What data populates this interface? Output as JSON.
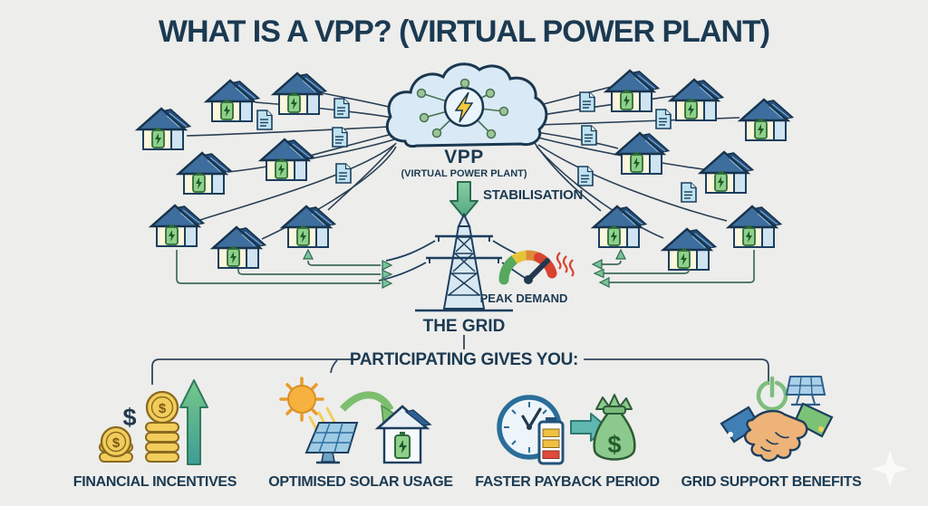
{
  "title": "WHAT IS A VPP? (VIRTUAL POWER PLANT)",
  "cloud": {
    "label": "VPP",
    "sublabel": "(VIRTUAL POWER PLANT)",
    "icon": "cloud-network-lightning-icon"
  },
  "flow": {
    "stabilisation_label": "STABILISATION",
    "grid_label": "THE GRID",
    "peak_demand_label": "PEAK DEMAND"
  },
  "network": {
    "house_count": 16,
    "house_icon": "solar-battery-house-icon",
    "meter_icon": "energy-report-doc-icon"
  },
  "benefits_header": "PARTICIPATING GIVES YOU:",
  "benefits": [
    {
      "label": "FINANCIAL INCENTIVES",
      "icon": "coins-growth-arrow-icon"
    },
    {
      "label": "OPTIMISED SOLAR USAGE",
      "icon": "sun-solar-panel-house-icon"
    },
    {
      "label": "FASTER PAYBACK PERIOD",
      "icon": "clock-battery-moneybag-icon"
    },
    {
      "label": "GRID SUPPORT BENEFITS",
      "icon": "power-solar-handshake-icon"
    }
  ],
  "glyphs": {
    "dollar": "$"
  },
  "icons": {
    "watermark": "sparkle-icon"
  },
  "colors": {
    "background": "#EDEDEB",
    "ink": "#1B3A52",
    "line": "#2A3F55",
    "cloud_fill": "#D9EAF6",
    "node_green": "#9CC49B",
    "bolt_yellow": "#F6C83C",
    "battery_green": "#8FD08A",
    "arrow_green": "#77C59B",
    "gauge_green": "#56A85E",
    "gauge_yellow": "#E5C438",
    "gauge_orange": "#E08A36",
    "gauge_red": "#D84330",
    "coin_gold": "#F2CD5C",
    "bag_green": "#8CC98C",
    "teal": "#5FB7B0",
    "sun_orange": "#F6AE3C"
  }
}
